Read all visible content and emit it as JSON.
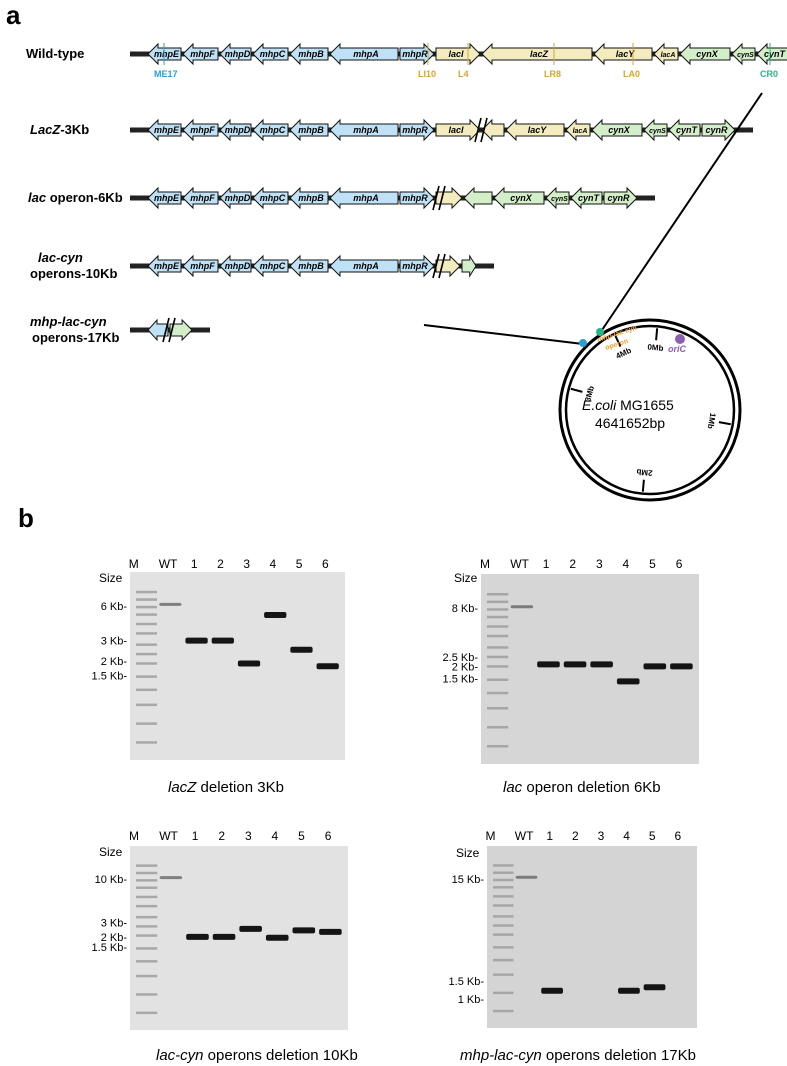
{
  "panels": {
    "a": "a",
    "b": "b"
  },
  "colors": {
    "mhp": "#bfe1f5",
    "lac": "#f3ecbf",
    "cyn": "#d3efc9",
    "stroke": "#111111",
    "mark_mhp": "#2ba0cf",
    "mark_lac": "#d7a43a",
    "mark_cyn": "#27b58a",
    "oriC": "#8c5fb0",
    "operon": "#f0a030",
    "gel": "#dcdcdc"
  },
  "constructs": [
    {
      "label": "Wild-type",
      "italic_part": "",
      "line2": "",
      "genes": [
        {
          "name": "mhpE",
          "dir": "L",
          "group": "mhp"
        },
        {
          "name": "mhpF",
          "dir": "L",
          "group": "mhp"
        },
        {
          "name": "mhpD",
          "dir": "L",
          "group": "mhp"
        },
        {
          "name": "mhpC",
          "dir": "L",
          "group": "mhp"
        },
        {
          "name": "mhpB",
          "dir": "L",
          "group": "mhp"
        },
        {
          "name": "mhpA",
          "dir": "L",
          "group": "mhp"
        },
        {
          "name": "mhpR",
          "dir": "R",
          "group": "mhp"
        },
        {
          "name": "lacI",
          "dir": "R",
          "group": "lac"
        },
        {
          "name": "lacZ",
          "dir": "L",
          "group": "lac"
        },
        {
          "name": "lacY",
          "dir": "L",
          "group": "lac"
        },
        {
          "name": "lacA",
          "dir": "L",
          "group": "lac"
        },
        {
          "name": "cynX",
          "dir": "L",
          "group": "cyn"
        },
        {
          "name": "cynS",
          "dir": "L",
          "group": "cyn"
        },
        {
          "name": "cynT",
          "dir": "L",
          "group": "cyn"
        },
        {
          "name": "cynR",
          "dir": "R",
          "group": "cyn"
        }
      ]
    },
    {
      "label": "-3Kb",
      "italic_part": "LacZ",
      "line2": "",
      "genes": [
        {
          "name": "mhpE",
          "dir": "L",
          "group": "mhp"
        },
        {
          "name": "mhpF",
          "dir": "L",
          "group": "mhp"
        },
        {
          "name": "mhpD",
          "dir": "L",
          "group": "mhp"
        },
        {
          "name": "mhpC",
          "dir": "L",
          "group": "mhp"
        },
        {
          "name": "mhpB",
          "dir": "L",
          "group": "mhp"
        },
        {
          "name": "mhpA",
          "dir": "L",
          "group": "mhp"
        },
        {
          "name": "mhpR",
          "dir": "R",
          "group": "mhp"
        },
        {
          "name": "lacI",
          "dir": "R",
          "group": "lac"
        },
        {
          "name": "",
          "dir": "L",
          "group": "lac"
        },
        {
          "name": "lacY",
          "dir": "L",
          "group": "lac"
        },
        {
          "name": "lacA",
          "dir": "L",
          "group": "lac"
        },
        {
          "name": "cynX",
          "dir": "L",
          "group": "cyn"
        },
        {
          "name": "cynS",
          "dir": "L",
          "group": "cyn"
        },
        {
          "name": "cynT",
          "dir": "L",
          "group": "cyn"
        },
        {
          "name": "cynR",
          "dir": "R",
          "group": "cyn"
        }
      ]
    },
    {
      "label": " operon-6Kb",
      "italic_part": "lac",
      "line2": "",
      "genes": [
        {
          "name": "mhpE",
          "dir": "L",
          "group": "mhp"
        },
        {
          "name": "mhpF",
          "dir": "L",
          "group": "mhp"
        },
        {
          "name": "mhpD",
          "dir": "L",
          "group": "mhp"
        },
        {
          "name": "mhpC",
          "dir": "L",
          "group": "mhp"
        },
        {
          "name": "mhpB",
          "dir": "L",
          "group": "mhp"
        },
        {
          "name": "mhpA",
          "dir": "L",
          "group": "mhp"
        },
        {
          "name": "mhpR",
          "dir": "R",
          "group": "mhp"
        },
        {
          "name": "",
          "dir": "R",
          "group": "lac"
        },
        {
          "name": "",
          "dir": "L",
          "group": "cyn"
        },
        {
          "name": "cynX",
          "dir": "L",
          "group": "cyn"
        },
        {
          "name": "cynS",
          "dir": "L",
          "group": "cyn"
        },
        {
          "name": "cynT",
          "dir": "L",
          "group": "cyn"
        },
        {
          "name": "cynR",
          "dir": "R",
          "group": "cyn"
        }
      ]
    },
    {
      "label": "",
      "italic_part": "lac-cyn",
      "line2": "operons-10Kb",
      "genes": [
        {
          "name": "mhpE",
          "dir": "L",
          "group": "mhp"
        },
        {
          "name": "mhpF",
          "dir": "L",
          "group": "mhp"
        },
        {
          "name": "mhpD",
          "dir": "L",
          "group": "mhp"
        },
        {
          "name": "mhpC",
          "dir": "L",
          "group": "mhp"
        },
        {
          "name": "mhpB",
          "dir": "L",
          "group": "mhp"
        },
        {
          "name": "mhpA",
          "dir": "L",
          "group": "mhp"
        },
        {
          "name": "mhpR",
          "dir": "R",
          "group": "mhp"
        },
        {
          "name": "",
          "dir": "R",
          "group": "lac"
        },
        {
          "name": "",
          "dir": "R",
          "group": "cyn"
        }
      ]
    },
    {
      "label": "",
      "italic_part": "mhp-lac-cyn",
      "line2": "operons-17Kb",
      "genes": [
        {
          "name": "",
          "dir": "L",
          "group": "mhp"
        },
        {
          "name": "",
          "dir": "R",
          "group": "cyn"
        }
      ]
    }
  ],
  "primers": [
    "ME17",
    "LI10",
    "L4",
    "LR8",
    "LA0",
    "CR0"
  ],
  "genome": {
    "organism": "E.coli",
    "strain": "MG1655",
    "size": "4641652bp",
    "ticks": [
      "0Mb",
      "1Mb",
      "2Mb",
      "3Mb",
      "4Mb"
    ],
    "oriC": "oriC",
    "operon_label": "mhp-lac-cyn",
    "operon_label2": "operon"
  },
  "gels": [
    {
      "caption_italic": "lacZ",
      "caption_rest": " deletion 3Kb",
      "bg": "#e2e2e2",
      "lanes": [
        "M",
        "WT",
        "1",
        "2",
        "3",
        "4",
        "5",
        "6"
      ],
      "size_label": "Size",
      "ladder_labels": [
        {
          "text": "6 Kb-",
          "kb": 6
        },
        {
          "text": "3 Kb-",
          "kb": 3
        },
        {
          "text": "2 Kb-",
          "kb": 2
        },
        {
          "text": "1.5 Kb-",
          "kb": 1.5
        }
      ],
      "bands_kb": [
        6,
        3,
        3,
        1.9,
        5,
        2.5,
        1.8
      ]
    },
    {
      "caption_italic": "lac",
      "caption_rest": " operon deletion 6Kb",
      "bg": "#d6d6d6",
      "lanes": [
        "M",
        "WT",
        "1",
        "2",
        "3",
        "4",
        "5",
        "6"
      ],
      "size_label": "Size",
      "ladder_labels": [
        {
          "text": "8 Kb-",
          "kb": 8
        },
        {
          "text": "2.5 Kb-",
          "kb": 2.5
        },
        {
          "text": "2 Kb-",
          "kb": 2
        },
        {
          "text": "1.5 Kb-",
          "kb": 1.5
        }
      ],
      "bands_kb": [
        8,
        2.1,
        2.1,
        2.1,
        1.4,
        2,
        2
      ]
    },
    {
      "caption_italic": "lac-cyn",
      "caption_rest": " operons deletion 10Kb",
      "bg": "#e2e2e2",
      "lanes": [
        "M",
        "WT",
        "1",
        "2",
        "3",
        "4",
        "5",
        "6"
      ],
      "size_label": "Size",
      "ladder_labels": [
        {
          "text": "10 Kb-",
          "kb": 10
        },
        {
          "text": "3 Kb-",
          "kb": 3
        },
        {
          "text": "2 Kb-",
          "kb": 2
        },
        {
          "text": "1.5 Kb-",
          "kb": 1.5
        }
      ],
      "bands_kb": [
        10,
        2,
        2,
        2.5,
        1.95,
        2.4,
        2.3
      ]
    },
    {
      "caption_italic": "mhp-lac-cyn",
      "caption_rest": " operons deletion 17Kb",
      "bg": "#d4d4d4",
      "lanes": [
        "M",
        "WT",
        "1",
        "2",
        "3",
        "4",
        "5",
        "6"
      ],
      "size_label": "Size",
      "ladder_labels": [
        {
          "text": "15 Kb-",
          "kb": 15
        },
        {
          "text": "1.5 Kb-",
          "kb": 1.5
        },
        {
          "text": "1 Kb-",
          "kb": 1
        }
      ],
      "bands_kb": [
        15,
        1.2,
        0,
        0,
        1.2,
        1.3,
        0
      ]
    }
  ]
}
